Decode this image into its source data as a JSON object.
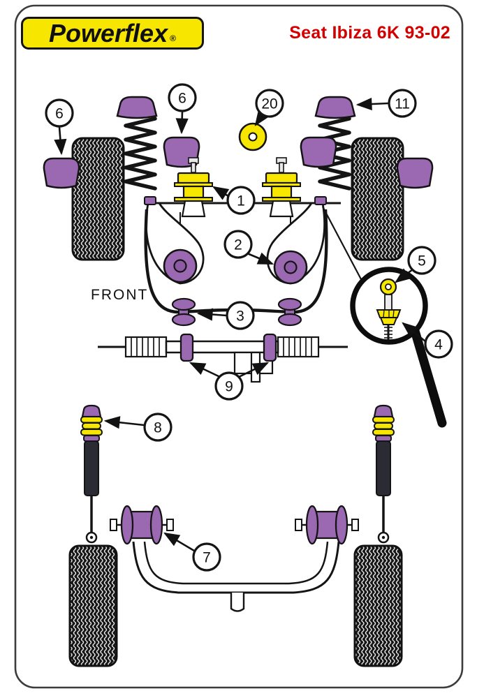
{
  "header": {
    "brand": "Powerflex",
    "registered": "®",
    "title": "Seat Ibiza 6K 93-02"
  },
  "diagram": {
    "front_label": "FRONT",
    "callouts": {
      "outer_bump_stop": "6",
      "inner_bump_stop": "6",
      "top_washer": "20",
      "strut_top_mount": "11",
      "front_wishbone_front_bush": "1",
      "front_wishbone_rear_bush": "2",
      "magnifier_washer": "5",
      "arb_bush": "3",
      "magnifier_bolt": "4",
      "steering_rack_mount": "9",
      "rear_shock_top_mount": "8",
      "rear_beam_bush": "7"
    }
  },
  "colors": {
    "bush_purple": "#9b69b1",
    "bush_purple_dark": "#8d5ba6",
    "part_yellow": "#f7e600",
    "logo_yellow": "#f6e600",
    "title_red": "#d40000",
    "line_black": "#111111"
  }
}
